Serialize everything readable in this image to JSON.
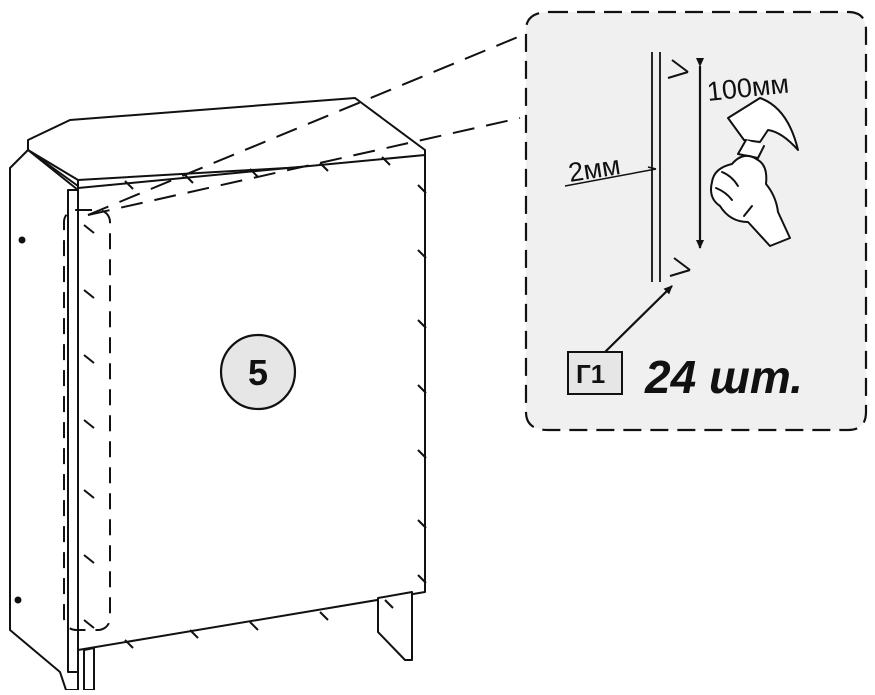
{
  "diagram": {
    "part_number": "5",
    "callout": {
      "gap_label": "2мм",
      "spacing_label": "100мм",
      "nail_code": "Г1",
      "quantity": "24 шт."
    }
  },
  "colors": {
    "line": "#111111",
    "callout_fill": "#f0f0f0",
    "badge_fill": "#e6e6e6",
    "background": "#ffffff"
  },
  "icons": [
    "hammer-icon",
    "hand-icon",
    "nail-icon"
  ]
}
